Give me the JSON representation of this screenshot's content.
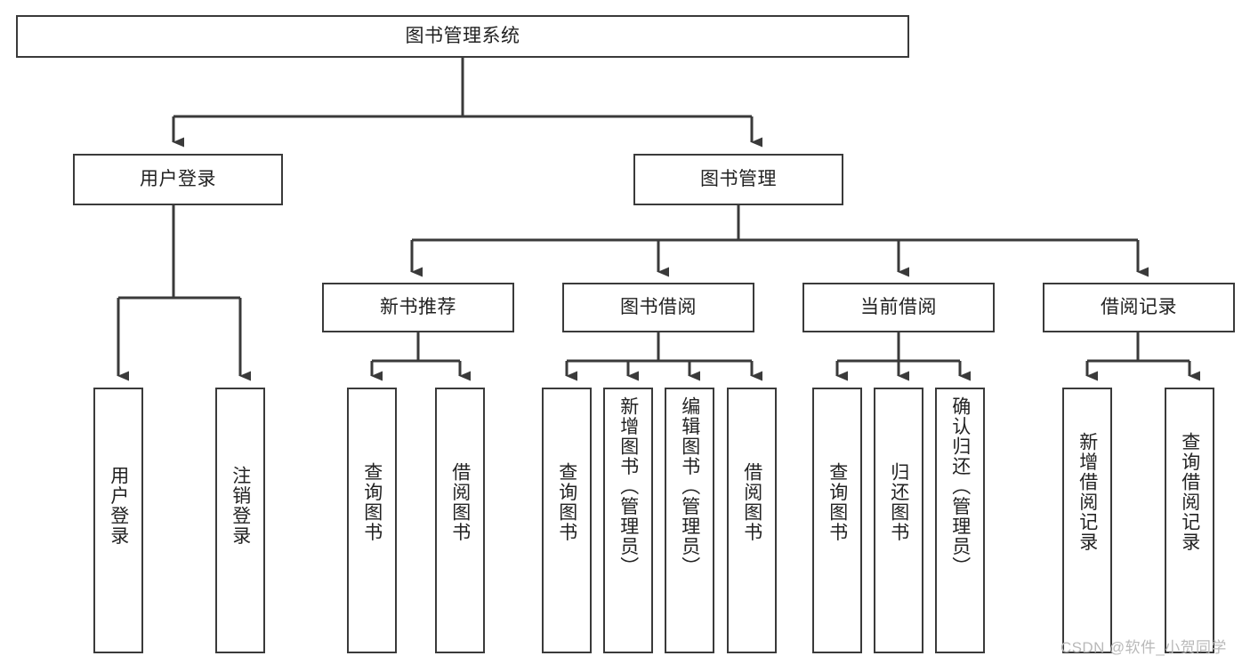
{
  "diagram": {
    "title": "图书管理系统",
    "type": "tree-hierarchy-chart",
    "colors": {
      "box_border": "#3a3a3a",
      "box_fill": "#ffffff",
      "connector": "#3a3a3a",
      "text": "#222222",
      "watermark": "#b9b9b9",
      "background": "#ffffff"
    },
    "root": {
      "label": "图书管理系统"
    },
    "level2": [
      {
        "label": "用户登录"
      },
      {
        "label": "图书管理"
      }
    ],
    "level3": [
      {
        "label": "新书推荐"
      },
      {
        "label": "图书借阅"
      },
      {
        "label": "当前借阅"
      },
      {
        "label": "借阅记录"
      }
    ],
    "leaves": [
      {
        "label": "用户登录",
        "parent": "用户登录"
      },
      {
        "label": "注销登录",
        "parent": "用户登录"
      },
      {
        "label": "查询图书",
        "parent": "新书推荐"
      },
      {
        "label": "借阅图书",
        "parent": "新书推荐"
      },
      {
        "label": "查询图书",
        "parent": "图书借阅"
      },
      {
        "label": "新增图书（管理员）",
        "parent": "图书借阅"
      },
      {
        "label": "编辑图书（管理员）",
        "parent": "图书借阅"
      },
      {
        "label": "借阅图书",
        "parent": "图书借阅"
      },
      {
        "label": "查询图书",
        "parent": "当前借阅"
      },
      {
        "label": "归还图书",
        "parent": "当前借阅"
      },
      {
        "label": "确认归还（管理员）",
        "parent": "当前借阅"
      },
      {
        "label": "新增借阅记录",
        "parent": "借阅记录"
      },
      {
        "label": "查询借阅记录",
        "parent": "借阅记录"
      }
    ],
    "watermark": "CSDN @软件_小贺同学"
  }
}
